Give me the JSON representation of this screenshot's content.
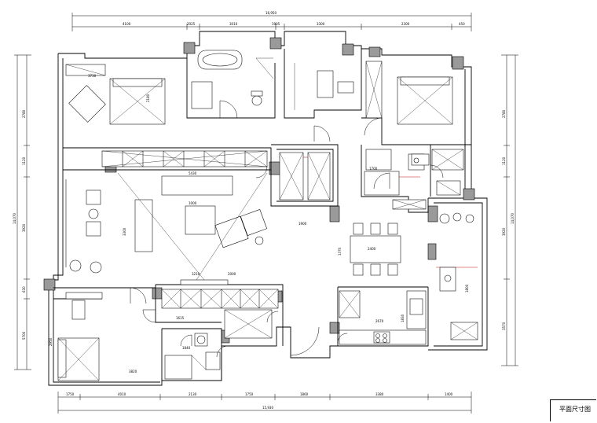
{
  "drawing": {
    "title": "平面尺寸图"
  },
  "dimensions": {
    "top_overall": "16,950",
    "top_chain": [
      "4100",
      "2025",
      "3010",
      "1905",
      "3300",
      "2300",
      "450"
    ],
    "bottom_overall": "15,930",
    "bottom_chain": [
      "1750",
      "4010",
      "2130",
      "1750",
      "1860",
      "3380",
      "1400"
    ],
    "left_overall": "14,070",
    "left_chain": [
      "2780",
      "1120",
      "3920",
      "630",
      "5700"
    ],
    "right_overall": "14,070",
    "right_chain": [
      "2780",
      "1120",
      "3920",
      "3570"
    ]
  },
  "room_dims": {
    "master_bed_w": "3730",
    "master_bed_h": "2180",
    "living_w": "5430",
    "living_h": "3300",
    "living_tv": "3210",
    "coffee": "1000",
    "dining_w": "2400",
    "dining_h": "1370",
    "entry": "1900",
    "bed3_w": "3820",
    "bed3_h": "2950",
    "kitchen_w": "2670",
    "kitchen_h": "1830",
    "balcony": "1800",
    "bath_w": "1840",
    "bed2_w": "1700",
    "corridor": "2000",
    "wardrobe": "1615"
  },
  "colors": {
    "wall": "#000000",
    "column": "#9a9a9a",
    "axis_line": "#c81414"
  }
}
